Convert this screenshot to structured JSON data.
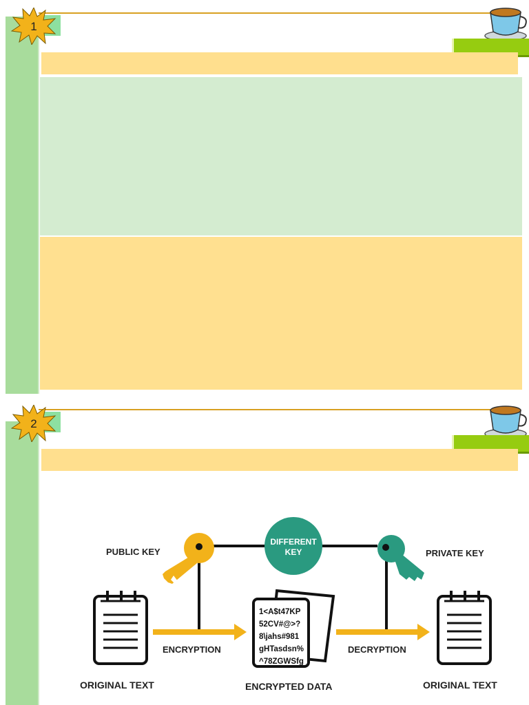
{
  "slides": [
    {
      "number": "1"
    },
    {
      "number": "2"
    }
  ],
  "diagram": {
    "public_key_label": "PUBLIC KEY",
    "private_key_label": "PRIVATE KEY",
    "different_key_line1": "DIFFERENT",
    "different_key_line2": "KEY",
    "encryption_label": "ENCRYPTION",
    "decryption_label": "DECRYPTION",
    "original_text_left": "ORIGINAL TEXT",
    "original_text_right": "ORIGINAL TEXT",
    "encrypted_data_label": "ENCRYPTED DATA",
    "cipher_lines": [
      "1<A$t47KP",
      "52CV#@>?",
      "8\\jahs#981",
      "gHTasdsn%",
      "^78ZGWSfg"
    ],
    "colors": {
      "public_key": "#f2b21a",
      "private_key": "#2a9a80",
      "arrow": "#f2b21a"
    }
  }
}
